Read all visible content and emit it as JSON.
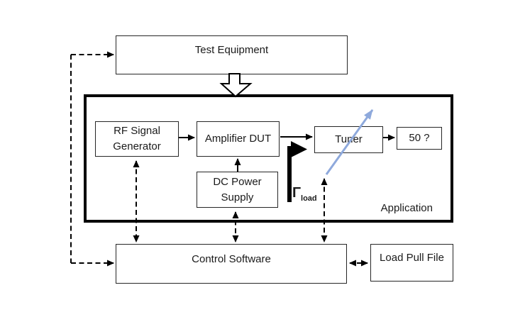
{
  "colors": {
    "line": "#000000",
    "box_border": "#262626",
    "text": "#1a1a1a",
    "sweep_arrow": "#8ea9dc",
    "background": "#ffffff"
  },
  "nodes": {
    "test_equipment": {
      "label": "Test Equipment"
    },
    "rf_signal_generator": {
      "label": "RF Signal Generator",
      "lines": [
        "RF Signal",
        "Generator"
      ]
    },
    "amplifier_dut": {
      "label": "Amplifier DUT"
    },
    "dc_power_supply": {
      "label": "DC Power Supply",
      "lines": [
        "DC Power",
        "Supply"
      ]
    },
    "tuner": {
      "label": "Tuner"
    },
    "load_50": {
      "label": "50 ?"
    },
    "application": {
      "label": "Application"
    },
    "control_software": {
      "label": "Control Software"
    },
    "load_pull_file": {
      "label": "Load Pull File"
    }
  },
  "annotations": {
    "gamma_load": {
      "symbol": "Γ",
      "subscript": "load"
    }
  }
}
